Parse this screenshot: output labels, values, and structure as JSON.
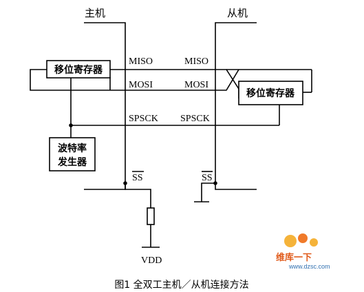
{
  "master": {
    "title": "主机",
    "shift_register": "移位寄存器"
  },
  "slave": {
    "title": "从机",
    "shift_register": "移位寄存器"
  },
  "baud_generator": {
    "line1": "波特率",
    "line2": "发生器"
  },
  "signals": {
    "miso": "MISO",
    "mosi": "MOSI",
    "spsck": "SPSCK",
    "ss": "SS"
  },
  "power": {
    "vdd": "VDD"
  },
  "caption": "图1 全双工主机／从机连接方法",
  "watermark": {
    "text_cn": "维库一下",
    "url": "www.dzsc.com"
  },
  "colors": {
    "line": "#000000",
    "watermark_orange": "#e05a1a",
    "watermark_blue": "#3070b0"
  }
}
